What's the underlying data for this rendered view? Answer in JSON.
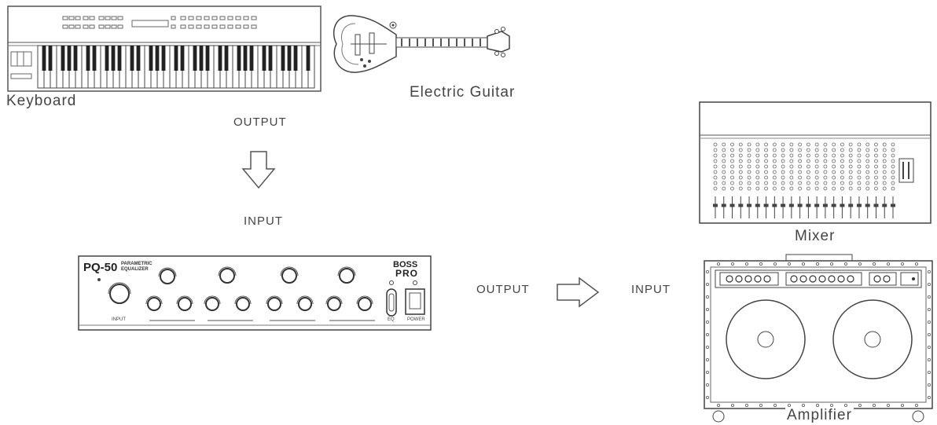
{
  "labels": {
    "keyboard": "Keyboard",
    "electric_guitar": "Electric Guitar",
    "output_top": "OUTPUT",
    "input_top": "INPUT",
    "output_right": "OUTPUT",
    "input_right": "INPUT",
    "mixer": "Mixer",
    "amplifier": "Amplifier"
  },
  "equalizer": {
    "model": "PQ-50",
    "subtitle_line1": "PARAMETRIC",
    "subtitle_line2": "EQUALIZER",
    "brand": "BOSS",
    "brand_line2": "PRO",
    "input_level_label": "INPUT",
    "eq_label": "EQ",
    "power_label": "POWER"
  },
  "flow_arrows": [
    {
      "direction": "down",
      "from": "Keyboard / Electric Guitar",
      "to": "PQ-50"
    },
    {
      "direction": "right",
      "from": "PQ-50",
      "to": "Mixer / Amplifier"
    }
  ]
}
